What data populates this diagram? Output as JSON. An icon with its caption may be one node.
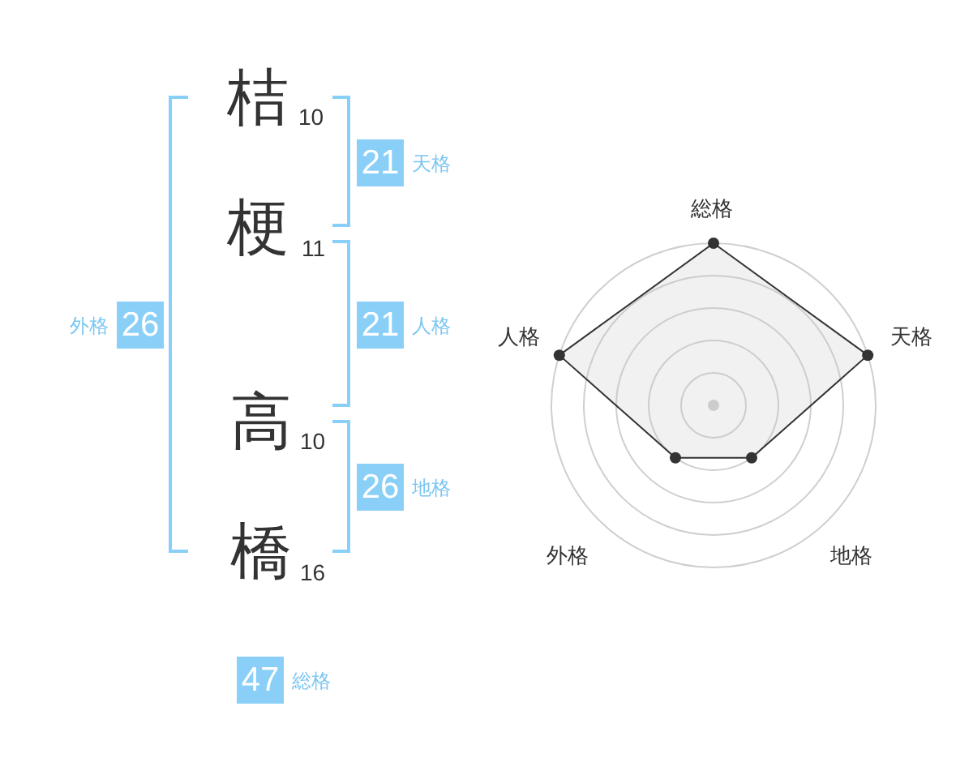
{
  "diagram": {
    "nodes": [
      {
        "text": [
          "21"
        ],
        "beside": [
          "天格"
        ]
      },
      {
        "text": [
          "26"
        ],
        "beside": [
          "外格"
        ]
      },
      {
        "text": [
          "21"
        ],
        "beside": [
          "人格"
        ]
      },
      {
        "text": [
          "26"
        ],
        "beside": [
          "地格"
        ]
      },
      {
        "text": [
          "47"
        ],
        "beside": [
          "総格"
        ]
      }
    ],
    "labels": [
      "桔",
      "10",
      "梗",
      "11",
      "高",
      "10",
      "橋",
      "16",
      "総格",
      "人格",
      "天格",
      "外格",
      "地格"
    ]
  }
}
